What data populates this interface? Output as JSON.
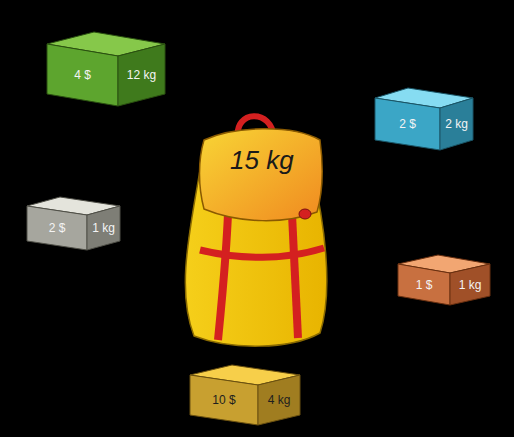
{
  "diagram": {
    "nodes": [
      {
        "text": [
          "4 $",
          "12 kg"
        ]
      },
      {
        "text": [
          "2 $",
          "2 kg"
        ]
      },
      {
        "text": [
          "2 $",
          "1 kg"
        ]
      },
      {
        "text": [
          "15 kg"
        ]
      },
      {
        "text": [
          "1 $",
          "1 kg"
        ]
      },
      {
        "text": [
          "10 $",
          "4 kg"
        ]
      }
    ]
  }
}
